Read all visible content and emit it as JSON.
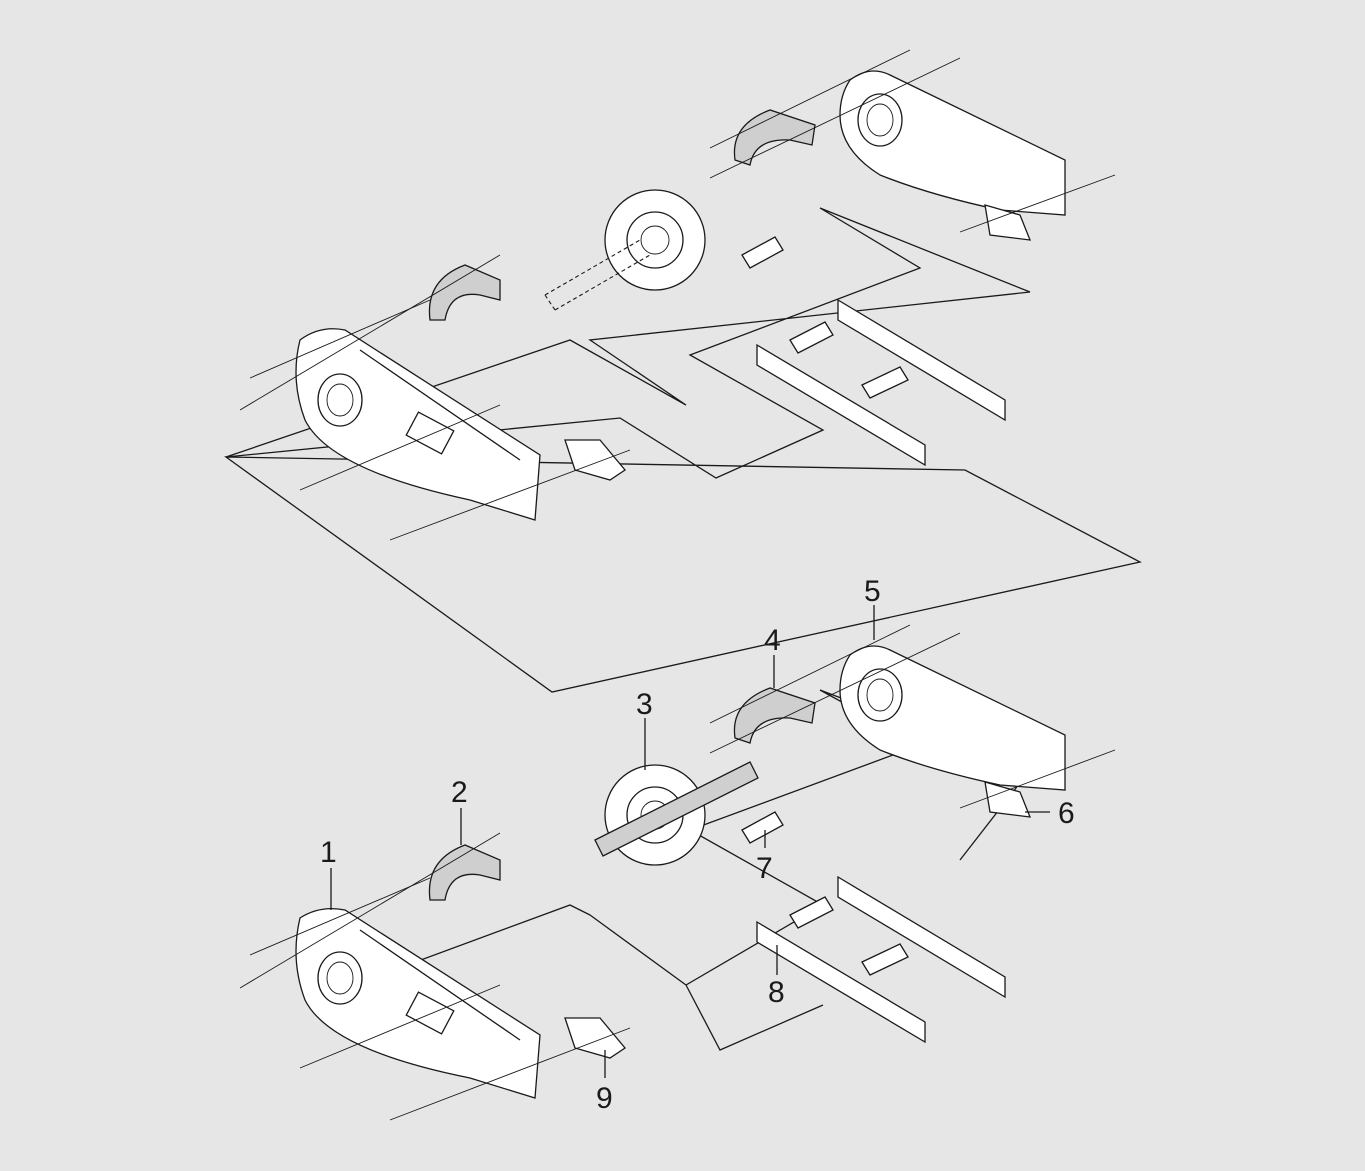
{
  "diagram": {
    "background": "#e6e6e6",
    "line_color": "#1a1a1a",
    "callouts": [
      "1",
      "2",
      "3",
      "4",
      "5",
      "6",
      "7",
      "8",
      "9"
    ]
  }
}
